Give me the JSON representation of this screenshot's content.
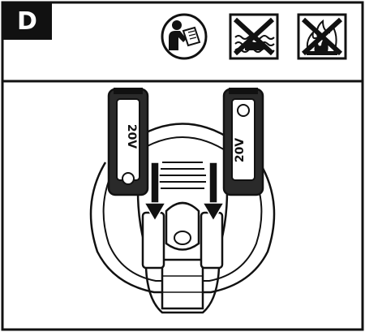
{
  "step": {
    "letter": "D"
  },
  "header_icons": [
    {
      "name": "read-manual-icon"
    },
    {
      "name": "no-water-icon"
    },
    {
      "name": "no-fire-icon"
    }
  ],
  "batteries": [
    {
      "label": "20V"
    },
    {
      "label": "20V"
    }
  ]
}
